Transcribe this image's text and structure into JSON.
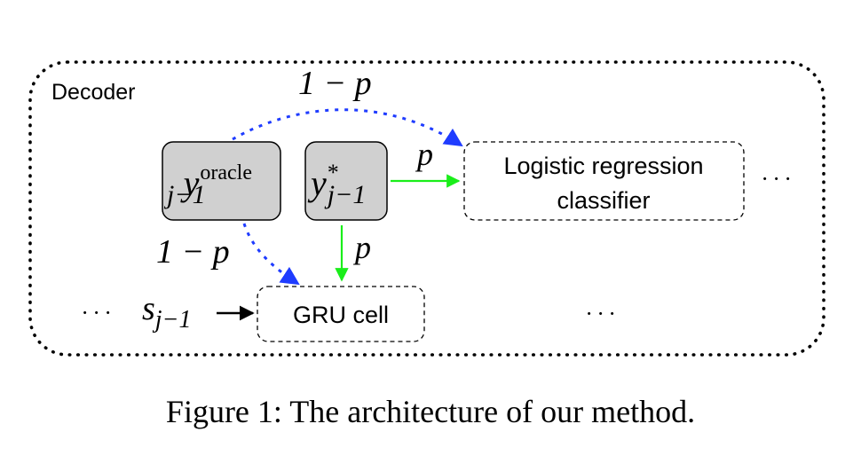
{
  "diagram": {
    "container_label": "Decoder",
    "nodes": {
      "oracle": {
        "var": "y",
        "sup": "oracle",
        "sub": "j−1"
      },
      "star": {
        "var": "y",
        "sup": "*",
        "sub": "j−1"
      },
      "classifier": {
        "line1": "Logistic regression",
        "line2": "classifier"
      },
      "gru": {
        "label": "GRU cell"
      }
    },
    "edges": {
      "top_label": "1 − p",
      "right_label": "p",
      "left_label": "1 − p",
      "down_label": "p",
      "state": {
        "var": "s",
        "sub": "j−1"
      }
    },
    "ellipses": {
      "left": "· · ·",
      "right": "· · ·",
      "bottom": "· · ·"
    },
    "colors": {
      "blue_arrow": "#1f3cff",
      "green_arrow": "#1aee1a",
      "node_fill": "#d0d0d0"
    }
  },
  "caption": "Figure 1: The architecture of our method."
}
